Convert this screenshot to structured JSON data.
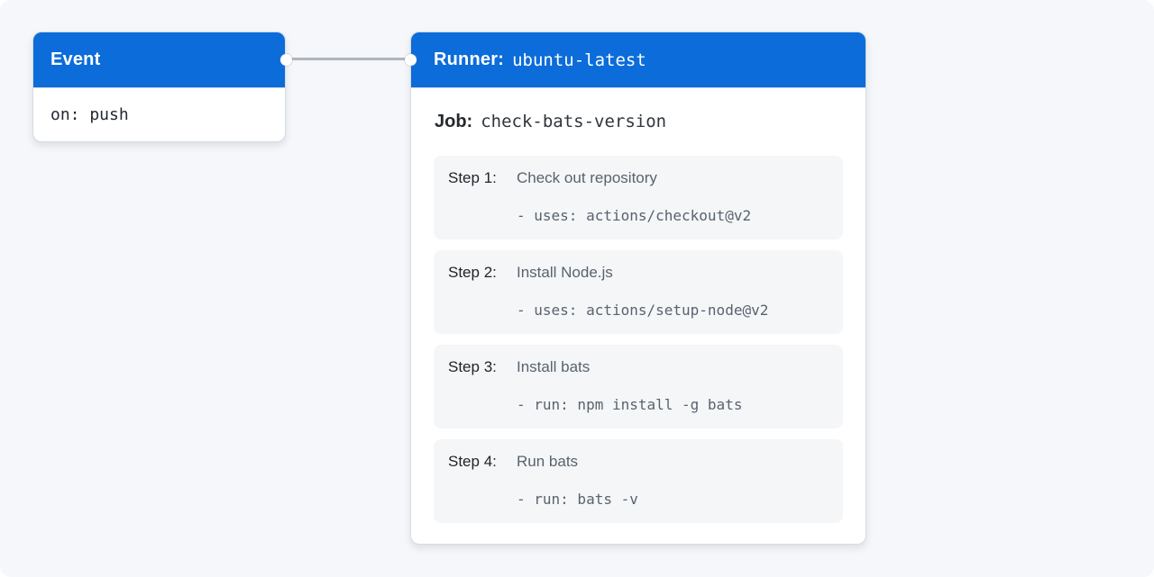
{
  "colors": {
    "accent_blue": "#0b6cda",
    "frame_background": "#f5f7fa",
    "card_background": "#ffffff",
    "step_background": "#f4f6f8",
    "connector_gray": "#aeb6bd",
    "dark_text": "#24292f",
    "muted_text": "#59636e"
  },
  "event_card": {
    "title": "Event",
    "body": "on: push"
  },
  "runner_card": {
    "title_label": "Runner:",
    "title_value": "ubuntu-latest",
    "job_label": "Job:",
    "job_value": "check-bats-version",
    "steps": [
      {
        "label": "Step 1:",
        "title": "Check out repository",
        "code": "- uses: actions/checkout@v2"
      },
      {
        "label": "Step 2:",
        "title": "Install Node.js",
        "code": "- uses: actions/setup-node@v2"
      },
      {
        "label": "Step 3:",
        "title": "Install bats",
        "code": "- run: npm install -g bats"
      },
      {
        "label": "Step 4:",
        "title": "Run bats",
        "code": "- run: bats -v"
      }
    ]
  }
}
